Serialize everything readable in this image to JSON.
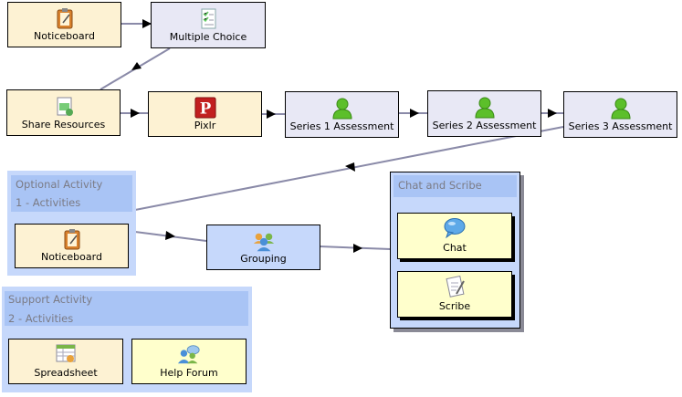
{
  "activities": {
    "noticeboard_top": "Noticeboard",
    "multiple_choice": "Multiple Choice",
    "share_resources": "Share Resources",
    "pixlr": "Pixlr",
    "series1": "Series 1 Assessment",
    "series2": "Series 2 Assessment",
    "series3": "Series 3 Assessment",
    "noticeboard_optional": "Noticeboard",
    "grouping": "Grouping",
    "chat": "Chat",
    "scribe": "Scribe",
    "spreadsheet": "Spreadsheet",
    "help_forum": "Help Forum"
  },
  "optional_activity": {
    "title": "Optional Activity",
    "subtitle": "1 - Activities"
  },
  "chat_and_scribe": {
    "title": "Chat and Scribe"
  },
  "support_activity": {
    "title": "Support Activity",
    "subtitle": "2 - Activities"
  },
  "icons": {
    "noticeboard": "clipboard-icon",
    "multiple_choice": "checklist-icon",
    "share_resources": "share-resources-icon",
    "pixlr": "pixlr-icon",
    "assessment": "user-icon",
    "grouping": "group-users-icon",
    "chat": "chat-bubble-icon",
    "scribe": "scribe-icon",
    "spreadsheet": "spreadsheet-icon",
    "help_forum": "forum-icon"
  },
  "colors": {
    "tool_fill": "#fdf2d3",
    "gate_fill": "#e8e8f5",
    "group_fill": "#c6d8fb",
    "panel_fill": "#c6d8fb",
    "chat_fill": "#ffffcc",
    "transition": "#8a8aa8"
  }
}
